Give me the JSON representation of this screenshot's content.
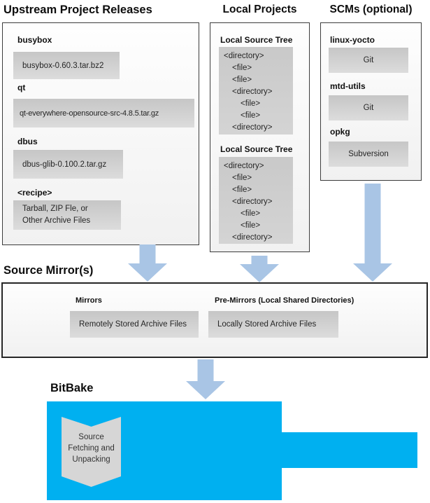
{
  "colors": {
    "bitbake_cyan": "#00b0f0",
    "arrow_blue": "#a9c5e5",
    "item_gray": "#d0d0d0"
  },
  "upstream": {
    "title": "Upstream Project Releases",
    "items": [
      {
        "label": "busybox",
        "file": "busybox-0.60.3.tar.bz2"
      },
      {
        "label": "qt",
        "file": "qt-everywhere-opensource-src-4.8.5.tar.gz"
      },
      {
        "label": "dbus",
        "file": "dbus-glib-0.100.2.tar.gz"
      },
      {
        "label": "<recipe>",
        "file_line1": "Tarball, ZIP Fle, or",
        "file_line2": "Other Archive Files"
      }
    ]
  },
  "local": {
    "title": "Local Projects",
    "tree1_label": "Local Source Tree",
    "tree2_label": "Local Source Tree",
    "tree_items": [
      {
        "text": "<directory>"
      },
      {
        "text": "<file>"
      },
      {
        "text": "<file>"
      },
      {
        "text": "<directory>"
      },
      {
        "text": "<file>"
      },
      {
        "text": "<file>"
      },
      {
        "text": "<directory>"
      }
    ]
  },
  "scms": {
    "title": "SCMs (optional)",
    "items": [
      {
        "label": "linux-yocto",
        "tool": "Git"
      },
      {
        "label": "mtd-utils",
        "tool": "Git"
      },
      {
        "label": "opkg",
        "tool": "Subversion"
      }
    ]
  },
  "mirrors": {
    "title": "Source Mirror(s)",
    "mirrors_label": "Mirrors",
    "mirrors_box": "Remotely Stored Archive Files",
    "premirrors_label": "Pre-Mirrors (Local Shared Directories)",
    "premirrors_box": "Locally Stored Archive Files"
  },
  "bitbake": {
    "title": "BitBake",
    "process_line1": "Source",
    "process_line2": "Fetching and",
    "process_line3": "Unpacking"
  }
}
